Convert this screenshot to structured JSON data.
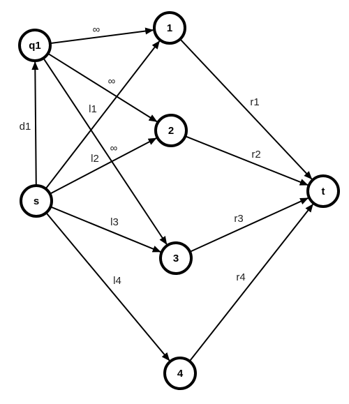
{
  "nodes": {
    "q1": {
      "label": "q1"
    },
    "s": {
      "label": "s"
    },
    "n1": {
      "label": "1"
    },
    "n2": {
      "label": "2"
    },
    "n3": {
      "label": "3"
    },
    "n4": {
      "label": "4"
    },
    "t": {
      "label": "t"
    }
  },
  "edges": [
    {
      "id": "s-q1",
      "from": "s",
      "to": "q1",
      "label": "d1"
    },
    {
      "id": "q1-n1",
      "from": "q1",
      "to": "n1",
      "label": "∞"
    },
    {
      "id": "q1-n2",
      "from": "q1",
      "to": "n2",
      "label": "∞"
    },
    {
      "id": "q1-n3",
      "from": "q1",
      "to": "n3",
      "label": "∞"
    },
    {
      "id": "s-n1",
      "from": "s",
      "to": "n1",
      "label": "l1"
    },
    {
      "id": "s-n2",
      "from": "s",
      "to": "n2",
      "label": "l2"
    },
    {
      "id": "s-n3",
      "from": "s",
      "to": "n3",
      "label": "l3"
    },
    {
      "id": "s-n4",
      "from": "s",
      "to": "n4",
      "label": "l4"
    },
    {
      "id": "n1-t",
      "from": "n1",
      "to": "t",
      "label": "r1"
    },
    {
      "id": "n2-t",
      "from": "n2",
      "to": "t",
      "label": "r2"
    },
    {
      "id": "n3-t",
      "from": "n3",
      "to": "t",
      "label": "r3"
    },
    {
      "id": "n4-t",
      "from": "n4",
      "to": "t",
      "label": "r4"
    }
  ],
  "colors": {
    "stroke": "#000000",
    "background": "#ffffff"
  }
}
